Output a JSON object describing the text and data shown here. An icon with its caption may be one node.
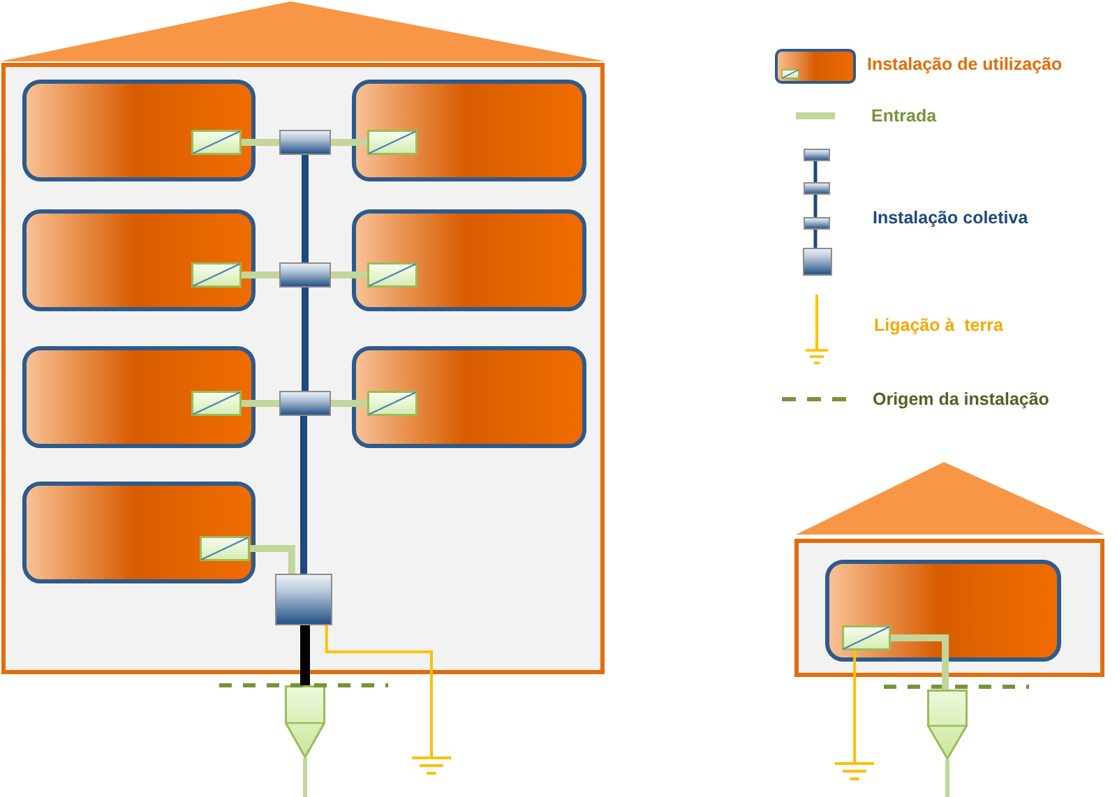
{
  "diagram": {
    "nodes": [
      {
        "text": [],
        "shape": "triangle"
      },
      {
        "text": [],
        "shape": "box"
      },
      {
        "text": [],
        "shape": "box",
        "in": 1
      },
      {
        "text": [],
        "shape": "box",
        "in": 2
      },
      {
        "text": [],
        "shape": "box",
        "in": 1
      },
      {
        "text": [],
        "shape": "box",
        "in": 4
      },
      {
        "text": [],
        "shape": "box",
        "in": 1
      },
      {
        "text": [],
        "shape": "box",
        "in": 1
      },
      {
        "text": [],
        "shape": "box",
        "in": 7
      },
      {
        "text": [],
        "shape": "box",
        "in": 1
      },
      {
        "text": [],
        "shape": "box",
        "in": 9
      },
      {
        "text": [],
        "shape": "box",
        "in": 1
      },
      {
        "text": [],
        "shape": "box",
        "in": 1
      },
      {
        "text": [],
        "shape": "box",
        "in": 12
      },
      {
        "text": [],
        "shape": "box",
        "in": 1
      },
      {
        "text": [],
        "shape": "box",
        "in": 14
      },
      {
        "text": [],
        "shape": "box",
        "in": 1
      },
      {
        "text": [],
        "shape": "box",
        "in": 1
      },
      {
        "text": [],
        "shape": "box",
        "in": 17
      },
      {
        "text": [],
        "shape": "box",
        "in": 1
      },
      {
        "text": [],
        "shape": "pentagon"
      },
      {
        "text": [],
        "shape": "ground"
      },
      {
        "text": [],
        "shape": "triangle"
      },
      {
        "text": [],
        "shape": "box"
      },
      {
        "text": [],
        "shape": "box",
        "in": 23
      },
      {
        "text": [],
        "shape": "box",
        "in": 24
      },
      {
        "text": [],
        "shape": "pentagon"
      },
      {
        "text": [],
        "shape": "ground"
      }
    ],
    "edges": [
      {
        "from": 6,
        "to": 3,
        "arrow": "none"
      },
      {
        "from": 6,
        "to": 5,
        "arrow": "none"
      },
      {
        "from": 11,
        "to": 8,
        "arrow": "none"
      },
      {
        "from": 11,
        "to": 10,
        "arrow": "none"
      },
      {
        "from": 16,
        "to": 13,
        "arrow": "none"
      },
      {
        "from": 16,
        "to": 15,
        "arrow": "none"
      },
      {
        "from": 19,
        "to": 18,
        "arrow": "none"
      },
      {
        "from": 19,
        "to": 16,
        "arrow": "none",
        "color": "#1f497d"
      },
      {
        "from": 16,
        "to": 11,
        "arrow": "none",
        "color": "#1f497d"
      },
      {
        "from": 11,
        "to": 6,
        "arrow": "none",
        "color": "#1f497d"
      },
      {
        "from": 20,
        "to": 19,
        "arrow": "none",
        "color": "#000000"
      },
      {
        "from": 19,
        "to": 21,
        "arrow": "none",
        "color": "#ffc000"
      },
      {
        "from": 26,
        "to": 25,
        "arrow": "none"
      },
      {
        "from": 25,
        "to": 27,
        "arrow": "none",
        "color": "#ffc000"
      },
      {
        "from": null,
        "to": 20,
        "arrow": "none"
      },
      {
        "from": null,
        "to": 26,
        "arrow": "none"
      }
    ],
    "legend": [
      {
        "text": "Instalação de utilização"
      },
      {
        "text": "Entrada"
      },
      {
        "text": "Instalação coletiva"
      },
      {
        "text": "Ligação à  terra"
      },
      {
        "text": "Origem da instalação"
      }
    ]
  }
}
